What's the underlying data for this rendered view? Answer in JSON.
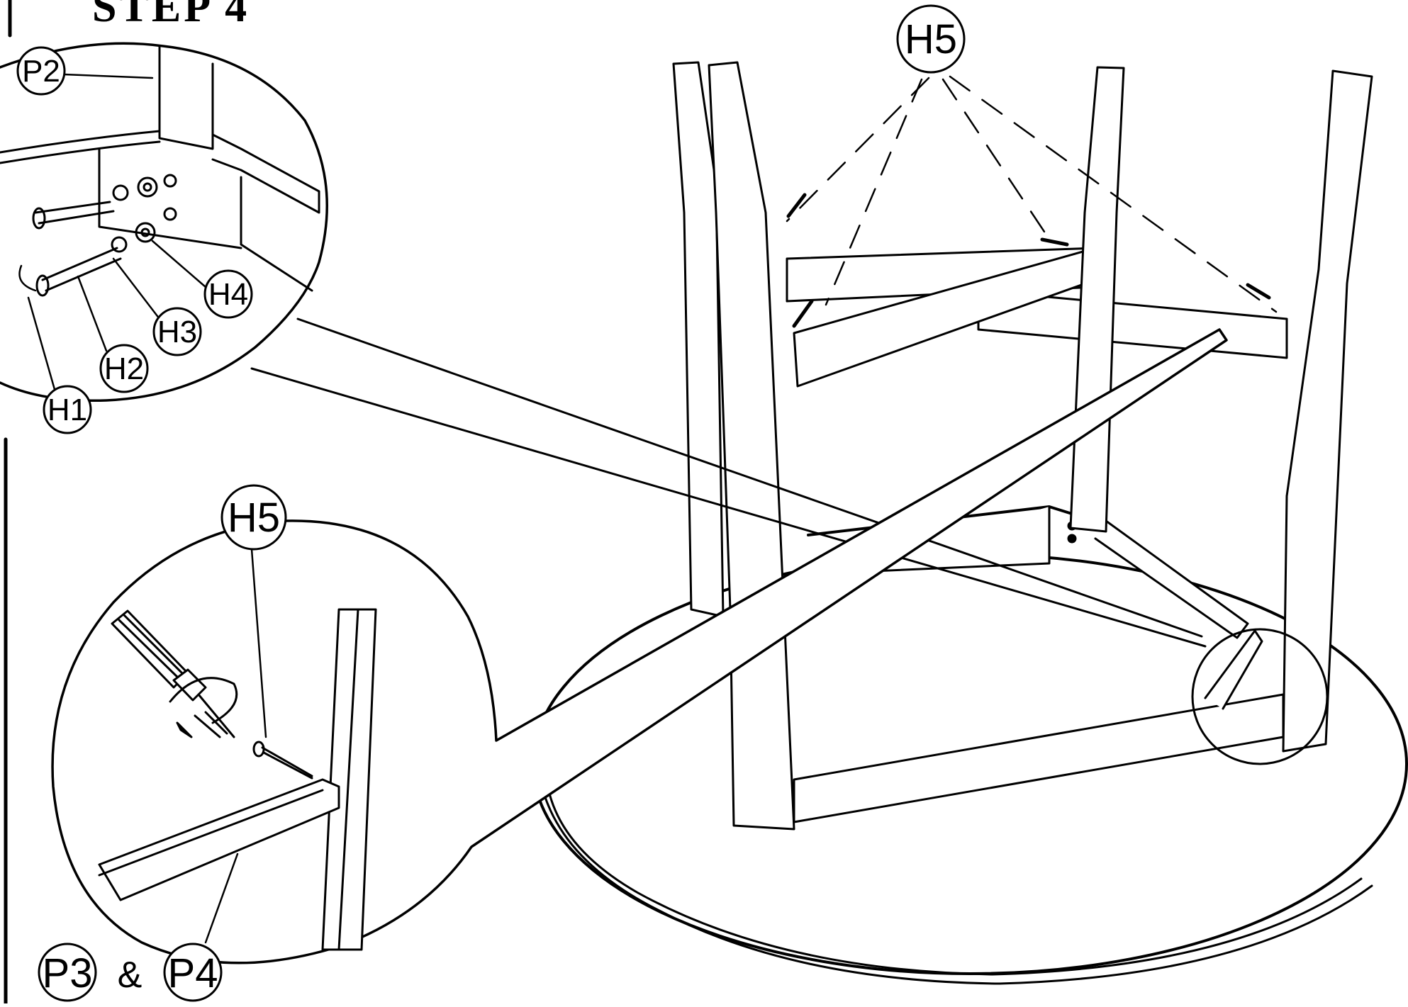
{
  "step_title": "STEP 4",
  "callouts": {
    "h5_main": "H5",
    "p2": "P2",
    "h1": "H1",
    "h2": "H2",
    "h3": "H3",
    "h4": "H4",
    "h5_detail": "H5",
    "p3": "P3",
    "ampersand": "&",
    "p4": "P4"
  },
  "colors": {
    "ink": "#000000",
    "paper": "#ffffff"
  }
}
